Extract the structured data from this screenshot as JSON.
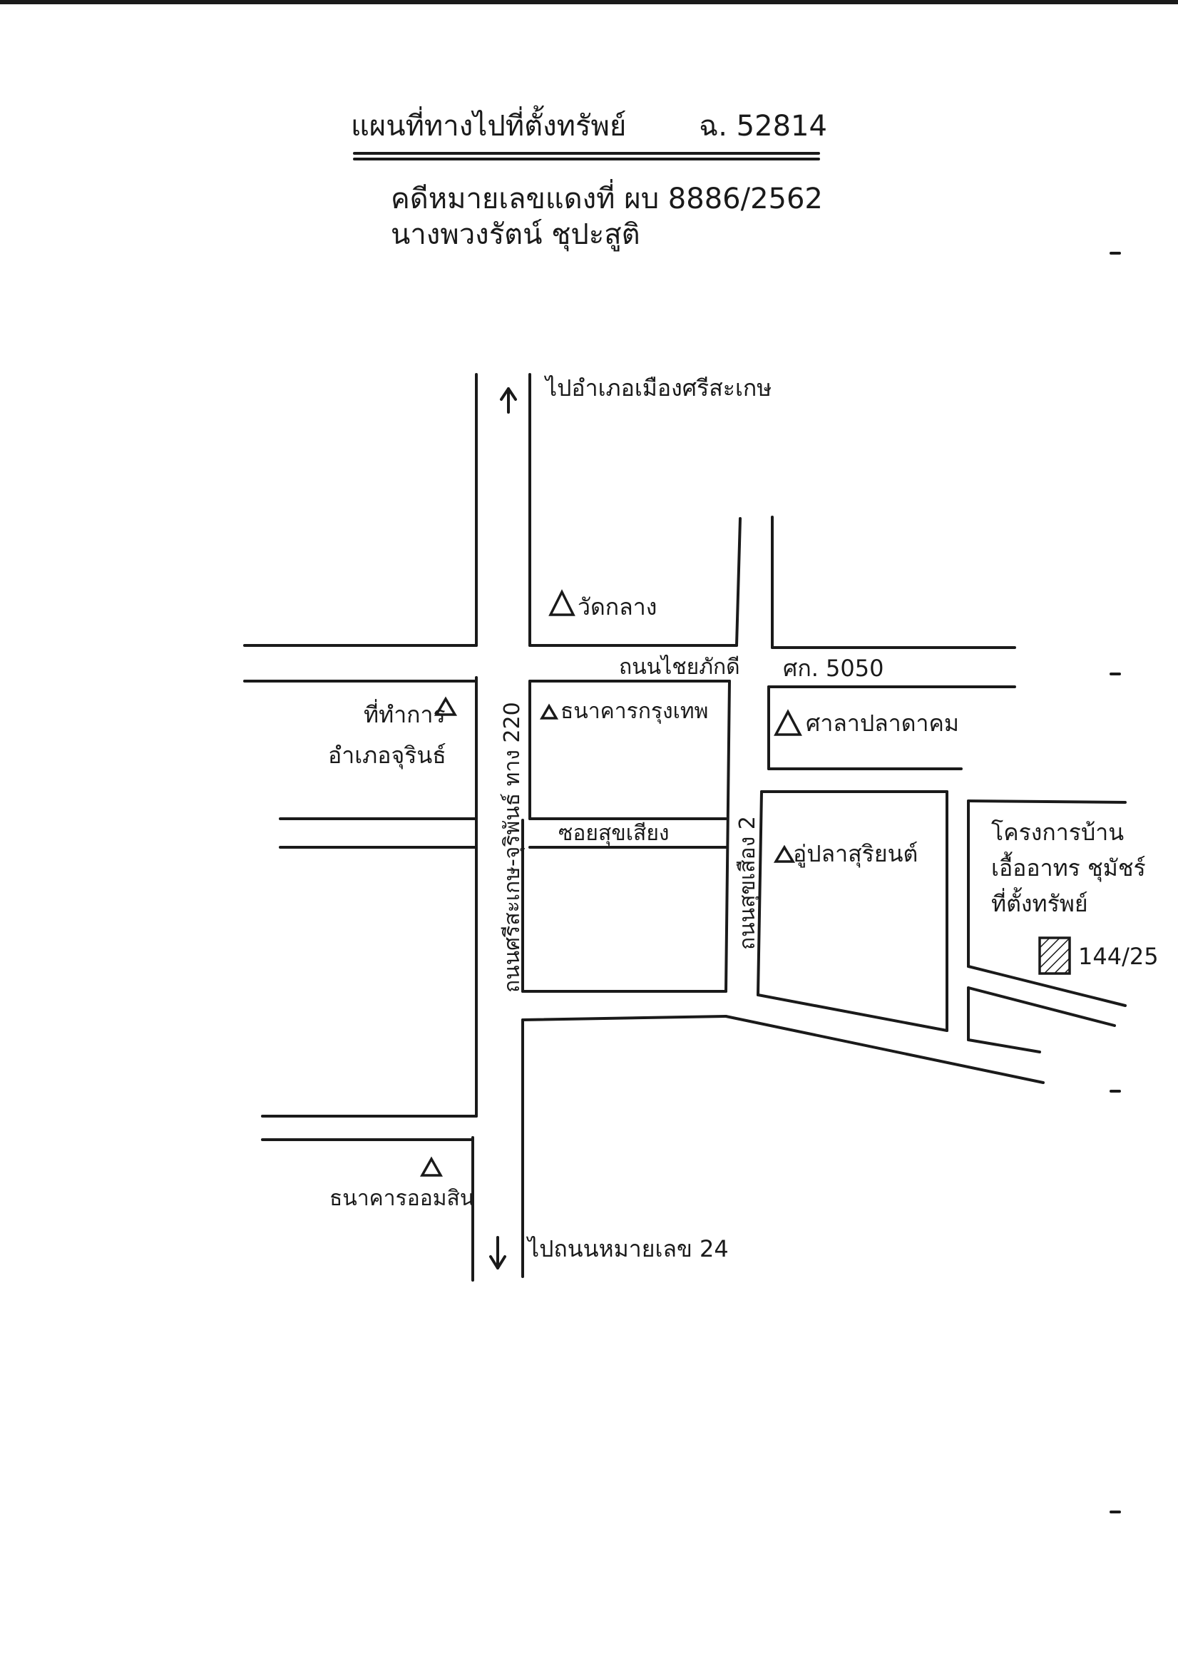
{
  "header": {
    "title": "แผนที่ทางไปที่ตั้งทรัพย์",
    "deed_no": "ฉ. 52814",
    "case_line": "คดีหมายเลขแดงที่ ผบ 8886/2562",
    "owner_line": "นางพวงรัตน์ ชุปะสูติ"
  },
  "directions": {
    "north": "ไปอำเภอเมืองศรีสะเกษ",
    "south": "ไปถนนหมายเลข 24"
  },
  "roads": {
    "main_road": "ถนนศรีสะเกษ-จุริพันธ์ ทาง 220",
    "upper_cross_road": "ถนนไชยภักดี",
    "road_code": "ศก. 5050",
    "soi": "ซอยสุขเสียง",
    "side_road": "ถนนสุขเสือง 2"
  },
  "landmarks": {
    "wat": "วัดกลาง",
    "bank_bangkok": "ธนาคารกรุงเทพ",
    "district_office_1": "ที่ทำการ",
    "district_office_2": "อำเภอจุรินธ์",
    "shrine": "ศาลาปลาดาคม",
    "garage": "อู่ปลาสุริยนต์",
    "savings_bank": "ธนาคารออมสิน"
  },
  "property": {
    "note_1": "โครงการบ้าน",
    "note_2": "เอื้ออาทร ชุมัชร์",
    "note_3": "ที่ตั้งทรัพย์",
    "house_no": "144/25"
  },
  "icons": {
    "landmark": "triangle-landmark-icon",
    "north_arrow": "arrow-up-icon",
    "south_arrow": "arrow-down-icon",
    "property": "hatched-square-icon"
  }
}
